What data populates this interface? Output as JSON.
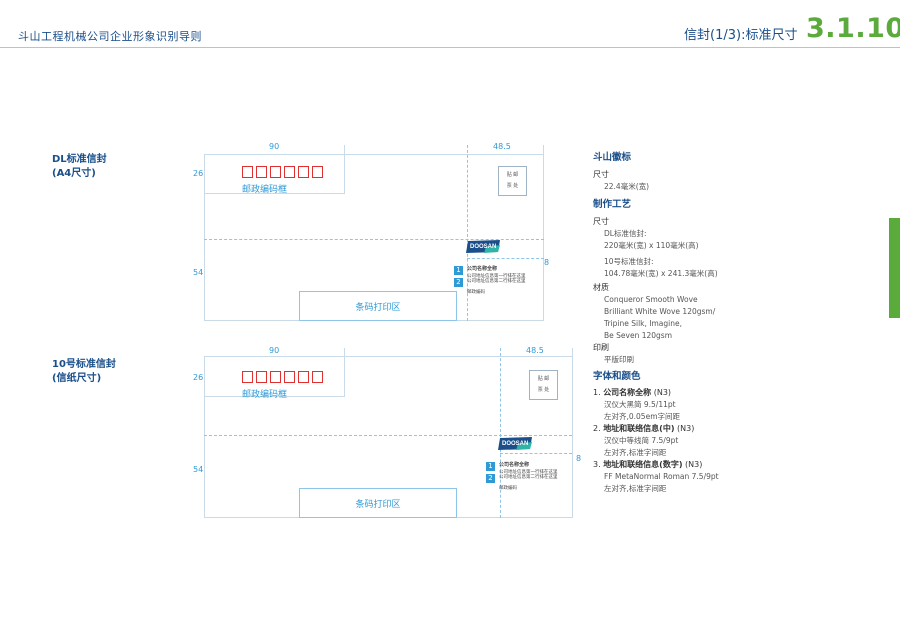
{
  "header": {
    "guide_title": "斗山工程机械公司企业形象识别导则",
    "section_title": "信封(1/3):标准尺寸",
    "section_number": "3.1.10"
  },
  "envelopes": [
    {
      "title_line1": "DL标准信封",
      "title_line2": "(A4尺寸)",
      "dim_width_left": "90",
      "dim_width_right": "48.5",
      "dim_height_top": "26",
      "dim_height_bottom": "54",
      "dim_margin": "8",
      "postal_code_label": "邮政编码框",
      "stamp_text": [
        "贴 邮",
        "票 处"
      ],
      "logo_text": "DOOSAN",
      "addr_item1_title": "公司名称全称",
      "addr_item1_line1": "公司地址信息第一行排在这里",
      "addr_item2_line1": "公司地址信息第二行排在这里",
      "postcode_text": "邮政编码",
      "barcode_label": "条码打印区",
      "num1": "1",
      "num2": "2"
    },
    {
      "title_line1": "10号标准信封",
      "title_line2": "(信纸尺寸)",
      "dim_width_left": "90",
      "dim_width_right": "48.5",
      "dim_height_top": "26",
      "dim_height_bottom": "54",
      "dim_margin": "8",
      "postal_code_label": "邮政编码框",
      "stamp_text": [
        "贴 邮",
        "票 处"
      ],
      "logo_text": "DOOSAN",
      "addr_item1_title": "公司名称全称",
      "addr_item1_line1": "公司地址信息第一行排在这里",
      "addr_item2_line1": "公司地址信息第二行排在这里",
      "postcode_text": "邮政编码",
      "barcode_label": "条码打印区",
      "num1": "1",
      "num2": "2"
    }
  ],
  "specs": {
    "logo_heading": "斗山徽标",
    "logo_size_label": "尺寸",
    "logo_size_value": "22.4毫米(宽)",
    "craft_heading": "制作工艺",
    "craft_size_label": "尺寸",
    "dl_label": "DL标准信封:",
    "dl_value": "220毫米(宽) x 110毫米(高)",
    "no10_label": "10号标准信封:",
    "no10_value": "104.78毫米(宽) x 241.3毫米(高)",
    "material_label": "材质",
    "material_lines": [
      "Conqueror Smooth Wove",
      "Brilliant White Wove 120gsm/",
      "Tripine Silk, Imagine,",
      "Be Seven 120gsm"
    ],
    "print_label": "印刷",
    "print_value": "平版印刷",
    "font_heading": "字体和颜色",
    "font_items": [
      {
        "num": "1.",
        "title": "公司名称全称",
        "color": "(N3)",
        "line1": "汉仪大黑简  9.5/11pt",
        "line2": "左对齐,0.05em字间距"
      },
      {
        "num": "2.",
        "title": "地址和联络信息(中)",
        "color": "(N3)",
        "line1": "汉仪中等线简  7.5/9pt",
        "line2": "左对齐,标准字间距"
      },
      {
        "num": "3.",
        "title": "地址和联络信息(数字)",
        "color": "(N3)",
        "line1": "FF MetaNormal Roman  7.5/9pt",
        "line2": "左对齐,标准字间距"
      }
    ]
  },
  "colors": {
    "brand_blue": "#1a4f8a",
    "accent_blue": "#2f9ad6",
    "accent_green": "#5aaa3c",
    "postal_red": "#e03030"
  }
}
